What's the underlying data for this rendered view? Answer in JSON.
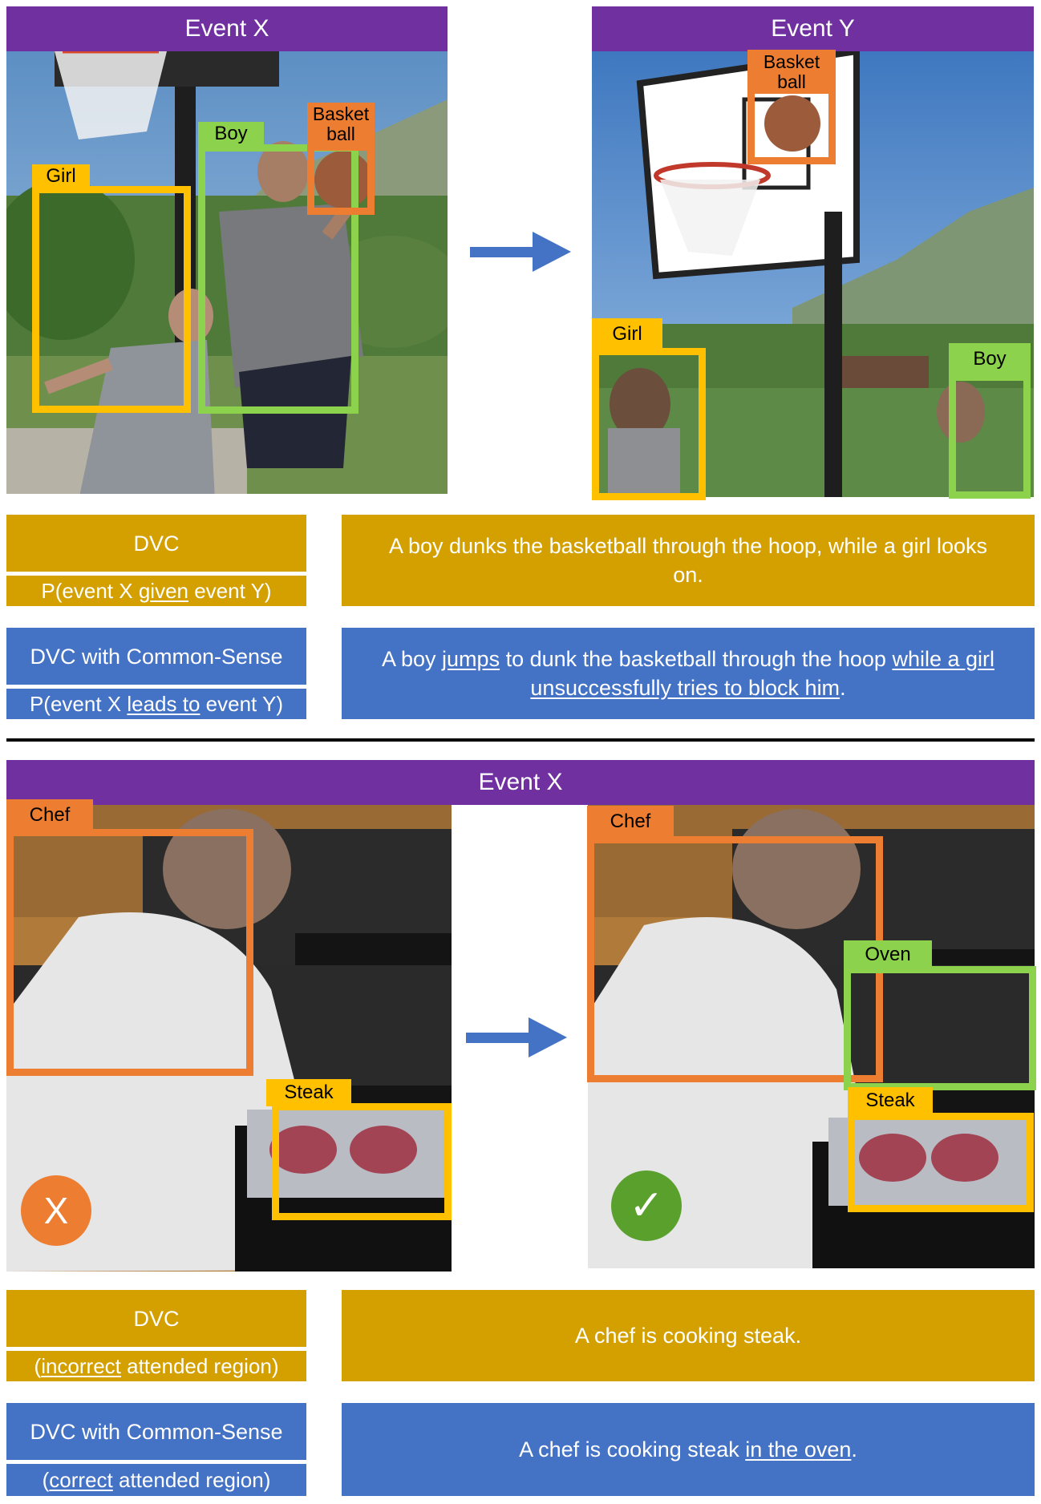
{
  "colors": {
    "header_purple": "#7030a0",
    "dvc_gold": "#d4a000",
    "dvc_cs_blue": "#4472c4",
    "bbox_orange": "#ed7d31",
    "bbox_green": "#8cd24c",
    "bbox_yellow": "#ffc000",
    "arrow_blue": "#4472c4"
  },
  "panel1": {
    "left_header": "Event X",
    "right_header": "Event Y",
    "left_labels": {
      "girl": "Girl",
      "boy": "Boy",
      "ball": "Basket ball"
    },
    "right_labels": {
      "girl": "Girl",
      "boy": "Boy",
      "ball": "Basket ball"
    },
    "arrow_icon": "right-arrow-icon",
    "dvc": {
      "title": "DVC",
      "subtitle": "P(event X given event Y)",
      "sub_parts": [
        "P(event X ",
        "given",
        " event Y)"
      ],
      "caption": "A boy dunks the basketball through the hoop, while a girl looks on."
    },
    "dvc_cs": {
      "title": "DVC with Common-Sense",
      "subtitle": "P(event X leads to event Y)",
      "sub_parts": [
        "P(event X ",
        "leads to",
        " event Y)"
      ],
      "caption": "A boy jumps to dunk the basketball through the hoop while a girl unsuccessfully tries to block him.",
      "caption_parts": [
        "A boy ",
        "jumps",
        " to dunk the basketball through the hoop ",
        "while a girl unsuccessfully tries to block him",
        "."
      ]
    }
  },
  "panel2": {
    "header": "Event X",
    "left_labels": {
      "chef": "Chef",
      "steak": "Steak"
    },
    "right_labels": {
      "chef": "Chef",
      "oven": "Oven",
      "steak": "Steak"
    },
    "wrong_mark": "X",
    "correct_mark": "✓",
    "arrow_icon": "right-arrow-icon",
    "dvc": {
      "title": "DVC",
      "subtitle": "(incorrect attended region)",
      "sub_parts": [
        "(",
        "incorrect",
        " attended region)"
      ],
      "caption": "A chef is cooking steak."
    },
    "dvc_cs": {
      "title": "DVC with Common-Sense",
      "subtitle": "(correct attended region)",
      "sub_parts": [
        "(",
        "correct",
        " attended region)"
      ],
      "caption": "A chef is cooking steak in the oven.",
      "caption_parts": [
        "A chef is cooking steak ",
        "in the oven",
        "."
      ]
    }
  }
}
